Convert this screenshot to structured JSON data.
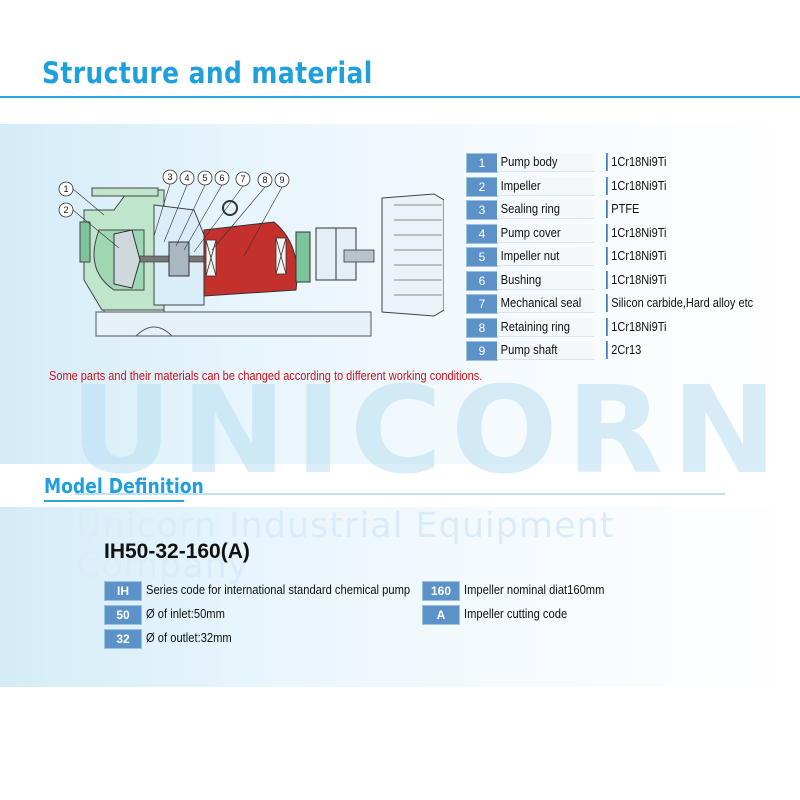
{
  "page": {
    "title": "Structure and material",
    "section_model": "Model Definition",
    "watermark": "UNICORN",
    "watermark_sub": "Unicorn Industrial Equipment Company"
  },
  "colors": {
    "accent": "#1ea0dc",
    "tag_blue": "#5d92c9",
    "note_red": "#d0101a",
    "impeller_red": "#c4302b",
    "pump_green": "#7cc49a"
  },
  "diagram": {
    "callouts": [
      "1",
      "2",
      "3",
      "4",
      "5",
      "6",
      "7",
      "8",
      "9"
    ]
  },
  "parts": [
    {
      "num": "1",
      "name": "Pump body",
      "material": "1Cr18Ni9Ti"
    },
    {
      "num": "2",
      "name": "Impeller",
      "material": "1Cr18Ni9Ti"
    },
    {
      "num": "3",
      "name": "Sealing ring",
      "material": "PTFE"
    },
    {
      "num": "4",
      "name": "Pump cover",
      "material": "1Cr18Ni9Ti"
    },
    {
      "num": "5",
      "name": "Impeller nut",
      "material": "1Cr18Ni9Ti"
    },
    {
      "num": "6",
      "name": "Bushing",
      "material": "1Cr18Ni9Ti"
    },
    {
      "num": "7",
      "name": "Mechanical seal",
      "material": "Silicon carbide,Hard alloy etc"
    },
    {
      "num": "8",
      "name": "Retaining ring",
      "material": "1Cr18Ni9Ti"
    },
    {
      "num": "9",
      "name": "Pump shaft",
      "material": "2Cr13"
    }
  ],
  "note": "Some parts and their materials can be changed according to different working conditions.",
  "model": {
    "code": "IH50-32-160(A)",
    "definitions_left": [
      {
        "tag": "IH",
        "text": "Series code for international standard chemical pump"
      },
      {
        "tag": "50",
        "text": "Ø of inlet:50mm"
      },
      {
        "tag": "32",
        "text": "Ø of outlet:32mm"
      }
    ],
    "definitions_right": [
      {
        "tag": "160",
        "text": "Impeller nominal diat160mm"
      },
      {
        "tag": "A",
        "text": "Impeller cutting code"
      }
    ]
  }
}
